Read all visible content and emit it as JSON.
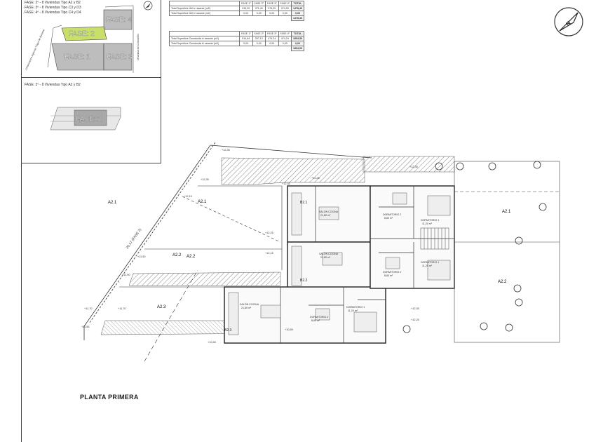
{
  "phase_notes": {
    "line1": "FASE: 2º - 8 Viviendas Tipo A2 y B2",
    "line2": "FASE: 3º - 8 Viviendas Tipo C3 y D3",
    "line3": "FASE: 4º - 8 Viviendas Tipo C4 y D4",
    "lower": "FASE: 2º - 8 Viviendas Tipo A2 y B2"
  },
  "key_plan": {
    "phase_2": "FASE: 2",
    "phase_4": "FASE: 4",
    "phase_1": "FASE: 1",
    "phase_3": "FASE: 3",
    "street_left": "Urbanización Agrícola Tiagut de Benimar",
    "street_right": "Urbanización Cincoaños",
    "lower_phase": "FASE: 2"
  },
  "table_top": {
    "headers": [
      "FASE 1º",
      "FASE 2º",
      "FASE 3º",
      "FASE 4º",
      "TOTAL"
    ],
    "rows": [
      {
        "label": "Total Superficie Útil s/ rasante (m2)",
        "values": [
          "413,20",
          "371,40",
          "374,20",
          "374,20",
          "1478,40"
        ]
      },
      {
        "label": "Total Superficie Útil b/ rasante (m2)",
        "values": [
          "0,00",
          "0,00",
          "0,00",
          "0,00",
          "0,00"
        ]
      }
    ],
    "grand_total": "1478,40"
  },
  "table_bottom": {
    "headers": [
      "FASE 1º",
      "FASE 2º",
      "FASE 3º",
      "FASE 4º",
      "TOTAL"
    ],
    "rows": [
      {
        "label": "Total Superficie Construida s/ rasante (m2)",
        "values": "514,64;397,13;474,24;474,24;1854,50"
      },
      {
        "label": "Total Superficie Construida b/ rasante (m2)",
        "values": "0,00;0,00;0,00;0,00;0,00"
      }
    ],
    "grand_total": "1854,50"
  },
  "plan": {
    "title": "PLANTA PRIMERA",
    "dimension": "20,17 (FASE 2)",
    "zones": [
      "A2.1",
      "A2.2",
      "A2.3",
      "A2.1",
      "A2.2"
    ],
    "rooms": {
      "salon_1": "SALÓN COCINA",
      "salon_1_area": "21,80 m²",
      "salon_2": "SALÓN COCINA",
      "salon_2_area": "21,80 m²",
      "salon_3": "SALÓN COCINA",
      "salon_3_area": "21,80 m²",
      "dorm_1": "DORMITORIO 2",
      "dorm_1_area": "8,80 m²",
      "dorm_2": "DORMITORIO 1",
      "dorm_2_area": "11,20 m²",
      "dorm_3": "DORMITORIO 2",
      "dorm_3_area": "8,80 m²",
      "dorm_4": "DORMITORIO 1",
      "dorm_4_area": "11,20 m²",
      "dorm_5": "DORMITORIO 2",
      "dorm_5_area": "8,80 m²",
      "dorm_6": "DORMITORIO 1",
      "dorm_6_area": "11,20 m²",
      "unit_b1": "B2.1",
      "unit_b2": "B2.2",
      "unit_b3": "B2.3"
    },
    "levels": {
      "l1": "+12,35",
      "l2": "+12,15",
      "l3": "+11,90",
      "l4": "+11,70",
      "l5": "+11,55",
      "l6": "+10,55",
      "l7": "+12,35",
      "l8": "+12,25",
      "l9": "+12,15",
      "l10": "+10,55",
      "l11": "+12,35",
      "l12": "+12,25"
    }
  }
}
